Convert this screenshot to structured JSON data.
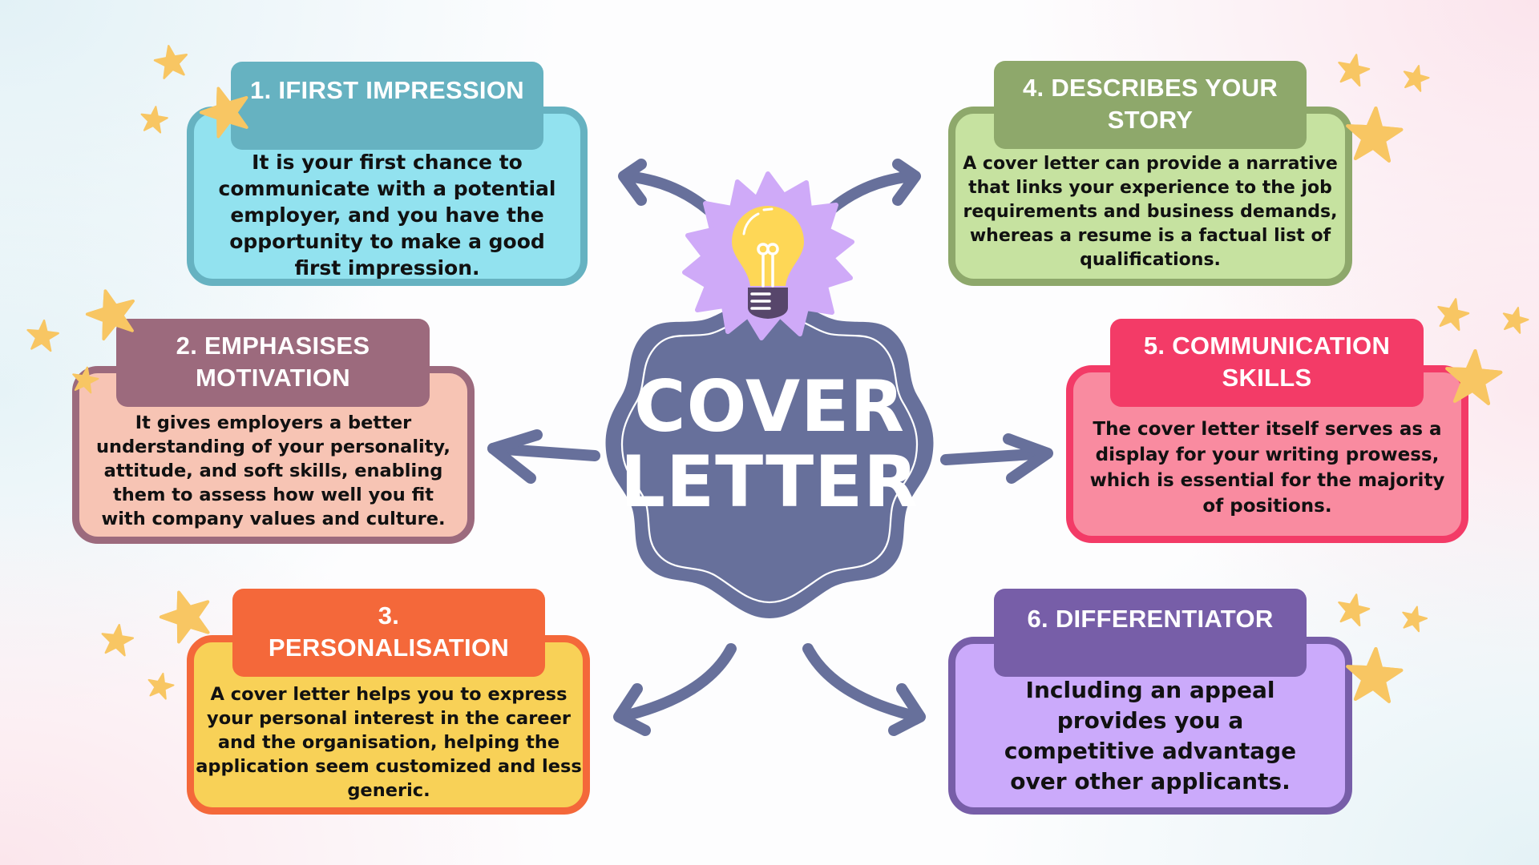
{
  "center": {
    "line1": "COVER",
    "line2": "LETTER",
    "icon": "lightbulb-icon",
    "badge_color": "#67709b",
    "burst_color": "#cfaaf8",
    "bulb_color": "#fed756",
    "bulb_base_color": "#57466b"
  },
  "arrow_color": "#67709b",
  "star_color": "#f8c663",
  "cards": [
    {
      "title": "1. IFIRST IMPRESSION",
      "text": "It is your first chance to communicate with a potential employer, and you have the opportunity to make a good first impression.",
      "header_color": "#66b2c1",
      "body_color": "#92e2ef",
      "border_color": "#66b2c1"
    },
    {
      "title": "2. EMPHASISES MOTIVATION",
      "text": "It gives employers a better understanding of your personality, attitude, and soft skills, enabling them to assess how well you fit with company values and culture.",
      "header_color": "#9c6a7d",
      "body_color": "#f7c4b4",
      "border_color": "#9c6a7d"
    },
    {
      "title": "3. PERSONALISATION",
      "text": "A cover letter helps you to express your personal interest in the career and the organisation, helping the application seem customized and less generic.",
      "header_color": "#f4683a",
      "body_color": "#f8d157",
      "border_color": "#f4683a"
    },
    {
      "title": "4. DESCRIBES YOUR STORY",
      "text": "A cover letter can provide a narrative that links your experience to the job requirements and business demands, whereas a resume is a factual list of qualifications.",
      "header_color": "#8ea86b",
      "body_color": "#c6e2a0",
      "border_color": "#8ea86b"
    },
    {
      "title": "5. COMMUNICATION SKILLS",
      "text": "The cover letter itself serves as a display for your writing prowess, which is essential for the majority of positions.",
      "header_color": "#f33b67",
      "body_color": "#f98ba0",
      "border_color": "#f33b67"
    },
    {
      "title": "6. DIFFERENTIATOR",
      "text": "Including an appeal provides you a competitive advantage over other applicants.",
      "header_color": "#775ea8",
      "body_color": "#cbaafb",
      "border_color": "#775ea8"
    }
  ]
}
